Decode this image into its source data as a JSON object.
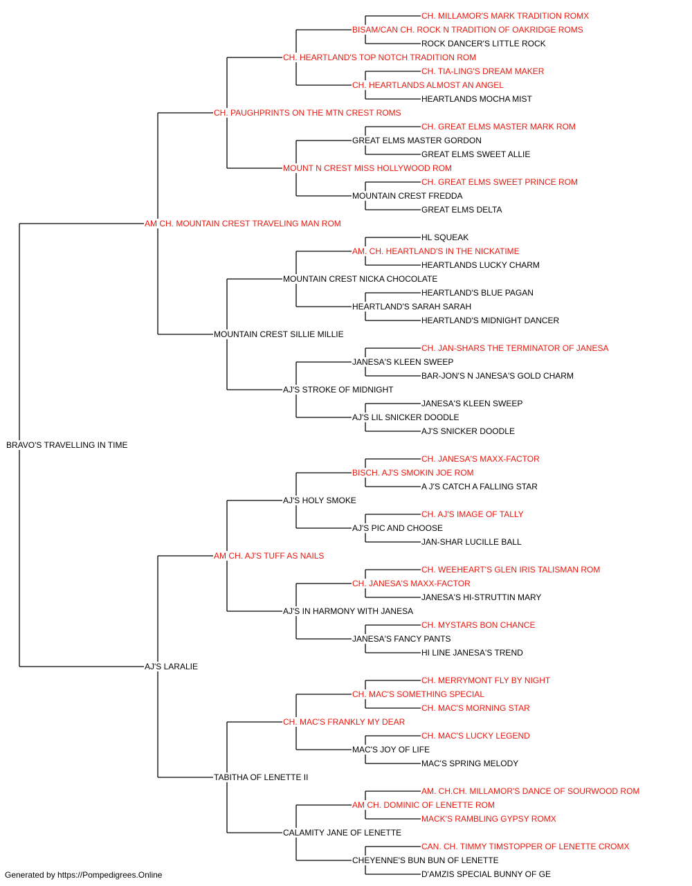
{
  "colors": {
    "titled": "#e8170d",
    "plain": "#000000",
    "lines": "#000000",
    "background": "#ffffff"
  },
  "pedigree": {
    "subject": {
      "name": "BRAVO'S TRAVELLING IN TIME",
      "titled": false
    },
    "sire": {
      "name": "AM CH. MOUNTAIN CREST TRAVELING MAN ROM",
      "titled": true
    },
    "dam": {
      "name": "AJ'S LARALIE",
      "titled": false
    },
    "gen3": [
      {
        "name": "CH. PAUGHPRINTS ON THE MTN CREST ROMS",
        "titled": true
      },
      {
        "name": "MOUNTAIN CREST SILLIE MILLIE",
        "titled": false
      },
      {
        "name": "AM CH. AJ'S TUFF AS NAILS",
        "titled": true
      },
      {
        "name": "TABITHA OF LENETTE II",
        "titled": false
      }
    ],
    "gen4": [
      {
        "name": "CH. HEARTLAND'S TOP NOTCH TRADITION ROM",
        "titled": true
      },
      {
        "name": "MOUNT N CREST MISS HOLLYWOOD ROM",
        "titled": true
      },
      {
        "name": "MOUNTAIN CREST NICKA CHOCOLATE",
        "titled": false
      },
      {
        "name": "AJ'S STROKE OF MIDNIGHT",
        "titled": false
      },
      {
        "name": "AJ'S HOLY SMOKE",
        "titled": false
      },
      {
        "name": "AJ'S IN HARMONY WITH JANESA",
        "titled": false
      },
      {
        "name": "CH. MAC'S FRANKLY MY DEAR",
        "titled": true
      },
      {
        "name": "CALAMITY JANE OF LENETTE",
        "titled": false
      }
    ],
    "gen5": [
      {
        "name": "BISAM/CAN CH. ROCK N TRADITION OF OAKRIDGE ROMS",
        "titled": true
      },
      {
        "name": "CH. HEARTLANDS ALMOST AN ANGEL",
        "titled": true
      },
      {
        "name": "GREAT ELMS MASTER GORDON",
        "titled": false
      },
      {
        "name": "MOUNTAIN CREST FREDDA",
        "titled": false
      },
      {
        "name": "AM. CH. HEARTLAND'S IN THE NICKATIME",
        "titled": true
      },
      {
        "name": "HEARTLAND'S SARAH SARAH",
        "titled": false
      },
      {
        "name": "JANESA'S KLEEN SWEEP",
        "titled": false
      },
      {
        "name": "AJ'S LIL SNICKER DOODLE",
        "titled": false
      },
      {
        "name": "BISCH. AJ'S SMOKIN JOE ROM",
        "titled": true
      },
      {
        "name": "AJ'S PIC AND CHOOSE",
        "titled": false
      },
      {
        "name": "CH. JANESA'S MAXX-FACTOR",
        "titled": true
      },
      {
        "name": "JANESA'S FANCY PANTS",
        "titled": false
      },
      {
        "name": "CH. MAC'S SOMETHING SPECIAL",
        "titled": true
      },
      {
        "name": "MAC'S JOY OF LIFE",
        "titled": false
      },
      {
        "name": "AM CH. DOMINIC OF LENETTE ROM",
        "titled": true
      },
      {
        "name": "CHEYENNE'S BUN BUN OF LENETTE",
        "titled": false
      }
    ],
    "gen6": [
      {
        "name": "CH. MILLAMOR'S MARK TRADITION ROMX",
        "titled": true
      },
      {
        "name": "ROCK DANCER'S LITTLE ROCK",
        "titled": false
      },
      {
        "name": "CH. TIA-LING'S DREAM MAKER",
        "titled": true
      },
      {
        "name": "HEARTLANDS MOCHA MIST",
        "titled": false
      },
      {
        "name": "CH. GREAT ELMS MASTER MARK ROM",
        "titled": true
      },
      {
        "name": "GREAT ELMS SWEET ALLIE",
        "titled": false
      },
      {
        "name": "CH. GREAT ELMS SWEET PRINCE ROM",
        "titled": true
      },
      {
        "name": "GREAT ELMS DELTA",
        "titled": false
      },
      {
        "name": "HL SQUEAK",
        "titled": false
      },
      {
        "name": "HEARTLANDS LUCKY CHARM",
        "titled": false
      },
      {
        "name": "HEARTLAND'S BLUE PAGAN",
        "titled": false
      },
      {
        "name": "HEARTLAND'S MIDNIGHT DANCER",
        "titled": false
      },
      {
        "name": "CH. JAN-SHARS THE TERMINATOR OF JANESA",
        "titled": true
      },
      {
        "name": "BAR-JON'S N JANESA'S GOLD CHARM",
        "titled": false
      },
      {
        "name": "JANESA'S KLEEN SWEEP",
        "titled": false
      },
      {
        "name": "AJ'S SNICKER DOODLE",
        "titled": false
      },
      {
        "name": "CH. JANESA'S MAXX-FACTOR",
        "titled": true
      },
      {
        "name": "A J'S CATCH A FALLING STAR",
        "titled": false
      },
      {
        "name": "CH. AJ'S IMAGE OF TALLY",
        "titled": true
      },
      {
        "name": "JAN-SHAR LUCILLE BALL",
        "titled": false
      },
      {
        "name": "CH. WEEHEART'S GLEN IRIS TALISMAN ROM",
        "titled": true
      },
      {
        "name": "JANESA'S HI-STRUTTIN MARY",
        "titled": false
      },
      {
        "name": "CH. MYSTARS BON CHANCE",
        "titled": true
      },
      {
        "name": "HI LINE JANESA'S TREND",
        "titled": false
      },
      {
        "name": "CH. MERRYMONT FLY BY NIGHT",
        "titled": true
      },
      {
        "name": "CH. MAC'S MORNING STAR",
        "titled": true
      },
      {
        "name": "CH. MAC'S LUCKY LEGEND",
        "titled": true
      },
      {
        "name": "MAC'S SPRING MELODY",
        "titled": false
      },
      {
        "name": "AM. CH.CH. MILLAMOR'S DANCE OF SOURWOOD ROM",
        "titled": true
      },
      {
        "name": "MACK'S RAMBLING GYPSY ROMX",
        "titled": true
      },
      {
        "name": "CAN. CH. TIMMY TIMSTOPPER OF LENETTE CROMX",
        "titled": true
      },
      {
        "name": "D'AMZIS SPECIAL BUNNY OF GE",
        "titled": false
      }
    ]
  },
  "footer": "Generated by https://Pompedigrees.Online"
}
